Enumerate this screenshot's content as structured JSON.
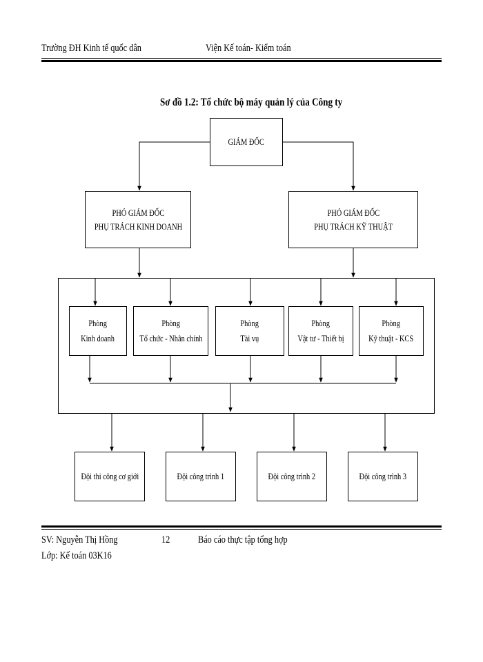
{
  "header": {
    "left": "Trường ĐH Kinh tế quốc dân",
    "right": "Viện Kế toán- Kiểm toán"
  },
  "diagram": {
    "title": "Sơ đồ 1.2: Tổ chức bộ máy quản lý của Công ty",
    "director": "GIÁM ĐỐC",
    "deputy_business": [
      "PHÓ GIÁM ĐỐC",
      "PHỤ TRÁCH KINH DOANH"
    ],
    "deputy_technical": [
      "PHÓ GIÁM ĐỐC",
      "PHỤ TRÁCH KỸ THUẬT"
    ],
    "departments": [
      [
        "Phòng",
        "Kinh doanh"
      ],
      [
        "Phòng",
        "Tổ chức - Nhân chính"
      ],
      [
        "Phòng",
        "Tài vụ"
      ],
      [
        "Phòng",
        "Vật tư - Thiết bị"
      ],
      [
        "Phòng",
        "Kỹ thuật - KCS"
      ]
    ],
    "teams": [
      "Đội thi công cơ giới",
      "Đội công trình 1",
      "Đội công trình 2",
      "Đội công trình 3"
    ]
  },
  "footer": {
    "student": "SV: Nguyễn Thị Hồng",
    "page": "12",
    "report": "Báo cáo thực tập tổng hợp",
    "class": "Lớp: Kế toán 03K16"
  }
}
